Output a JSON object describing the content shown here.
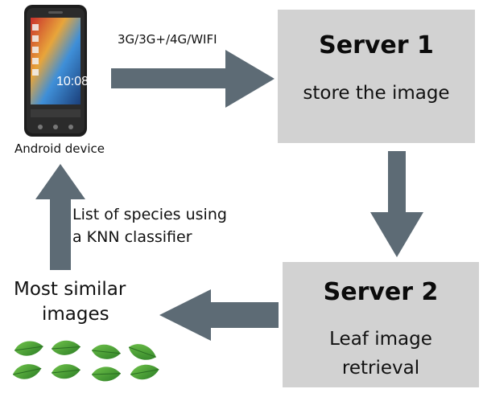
{
  "device": {
    "label": "Android device",
    "time": "10:08"
  },
  "connection_label": "3G/3G+/4G/WIFI",
  "server1": {
    "title": "Server 1",
    "description": "store the image"
  },
  "server2": {
    "title": "Server 2",
    "description_line1": "Leaf image",
    "description_line2": "retrieval"
  },
  "result": {
    "line1": "Most similar",
    "line2": "images"
  },
  "classifier": {
    "line1": "List of species using",
    "line2": "a KNN classifier"
  },
  "colors": {
    "arrow": "#5d6b75",
    "box": "#d2d2d2",
    "leaf": "#3c9a32"
  },
  "icons": [
    "phone-icon",
    "leaf-icon"
  ]
}
